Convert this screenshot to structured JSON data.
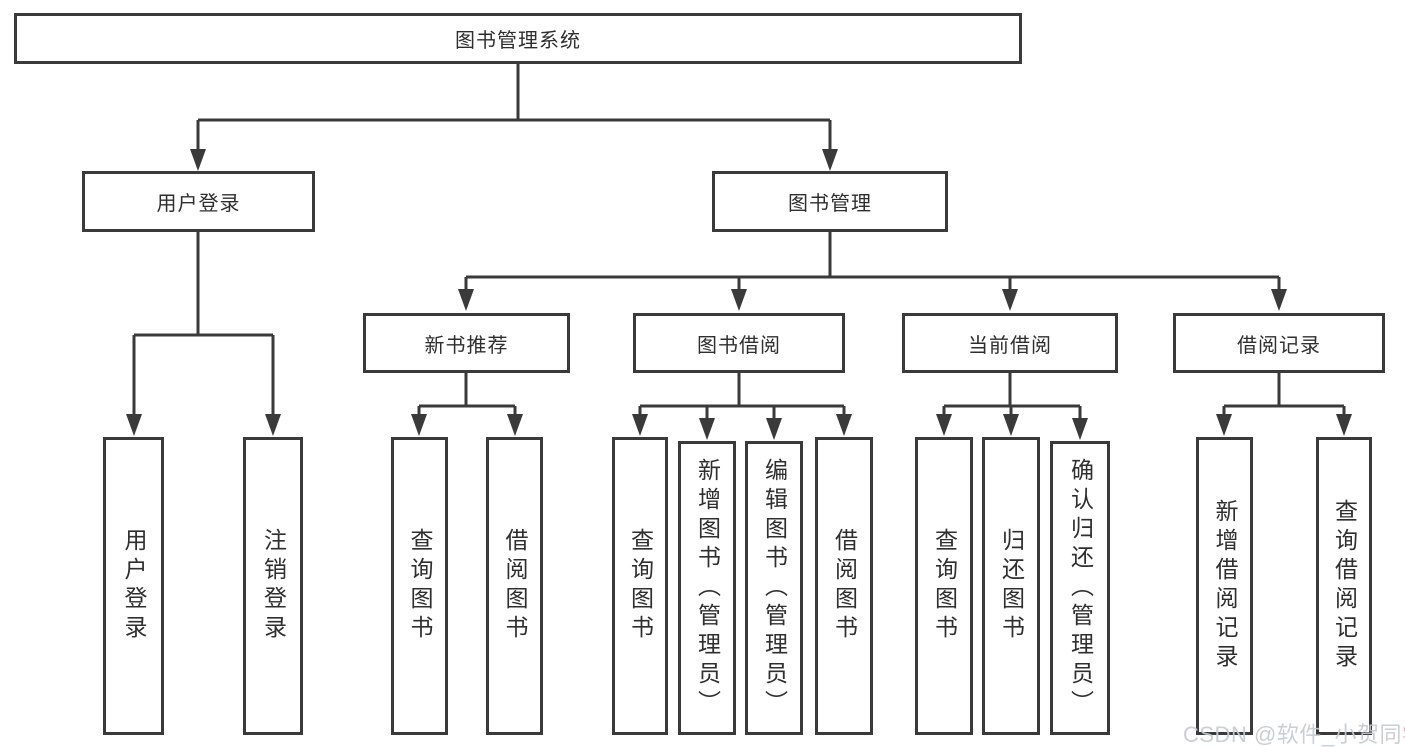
{
  "diagram": {
    "root": {
      "label": "图书管理系统"
    },
    "level2": {
      "user_login": {
        "label": "用户登录"
      },
      "book_mgmt": {
        "label": "图书管理"
      }
    },
    "level3": {
      "new_books": {
        "label": "新书推荐"
      },
      "borrowing": {
        "label": "图书借阅"
      },
      "current": {
        "label": "当前借阅"
      },
      "records": {
        "label": "借阅记录"
      }
    },
    "leaves": {
      "user_login": {
        "label": "用户登录"
      },
      "logout": {
        "label": "注销登录"
      },
      "query_book_new": {
        "label": "查询图书"
      },
      "borrow_book_new": {
        "label": "借阅图书"
      },
      "query_book_borrow": {
        "label": "查询图书"
      },
      "add_book": {
        "label": "新增图书（管理员）"
      },
      "edit_book": {
        "label": "编辑图书（管理员）"
      },
      "borrow_book_borrow": {
        "label": "借阅图书"
      },
      "query_book_current": {
        "label": "查询图书"
      },
      "return_book": {
        "label": "归还图书"
      },
      "confirm_return": {
        "label": "确认归还（管理员）"
      },
      "add_record": {
        "label": "新增借阅记录"
      },
      "query_record": {
        "label": "查询借阅记录"
      }
    }
  },
  "watermark": {
    "text_main": "CSDN @软件_小贺同",
    "text_accent": "学"
  },
  "colors": {
    "line": "#3a3a3a",
    "text": "#2f2f2f",
    "background": "#ffffff",
    "watermark_gray": "#c6cbd1",
    "watermark_accent": "#e9b4b8"
  }
}
